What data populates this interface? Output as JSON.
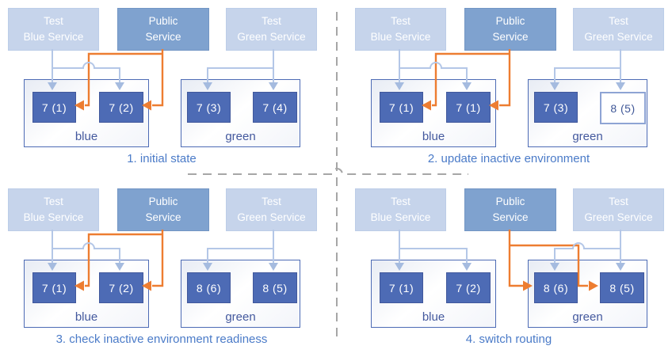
{
  "services": {
    "test_blue": {
      "line1": "Test",
      "line2": "Blue Service"
    },
    "public": {
      "line1": "Public",
      "line2": "Service"
    },
    "test_green": {
      "line1": "Test",
      "line2": "Green Service"
    }
  },
  "env_labels": {
    "blue": "blue",
    "green": "green"
  },
  "quadrants": [
    {
      "caption": "1. initial state",
      "public_routes_to": "blue",
      "blue_instances": [
        {
          "label": "7 (1)",
          "style": "filled"
        },
        {
          "label": "7 (2)",
          "style": "filled"
        }
      ],
      "green_instances": [
        {
          "label": "7 (3)",
          "style": "filled"
        },
        {
          "label": "7 (4)",
          "style": "filled"
        }
      ]
    },
    {
      "caption": "2. update inactive environment",
      "public_routes_to": "blue",
      "blue_instances": [
        {
          "label": "7 (1)",
          "style": "filled"
        },
        {
          "label": "7 (1)",
          "style": "filled"
        }
      ],
      "green_instances": [
        {
          "label": "7 (3)",
          "style": "filled"
        },
        {
          "label": "8 (5)",
          "style": "outlined"
        }
      ]
    },
    {
      "caption": "3. check inactive environment readiness",
      "public_routes_to": "blue",
      "blue_instances": [
        {
          "label": "7 (1)",
          "style": "filled"
        },
        {
          "label": "7 (2)",
          "style": "filled"
        }
      ],
      "green_instances": [
        {
          "label": "8 (6)",
          "style": "filled"
        },
        {
          "label": "8 (5)",
          "style": "filled"
        }
      ]
    },
    {
      "caption": "4. switch routing",
      "public_routes_to": "green",
      "blue_instances": [
        {
          "label": "7 (1)",
          "style": "filled"
        },
        {
          "label": "7 (2)",
          "style": "filled"
        }
      ],
      "green_instances": [
        {
          "label": "8 (6)",
          "style": "filled"
        },
        {
          "label": "8 (5)",
          "style": "filled"
        }
      ]
    }
  ],
  "colors": {
    "accent_orange": "#ED7D31",
    "connector_blue": "#B4C7E7",
    "instance_fill": "#4D6BB5",
    "service_light_fill": "#C6D4EB",
    "service_public_fill": "#7FA2CF",
    "caption_text": "#4B7BC8",
    "env_label_text": "#44599E",
    "divider_gray": "#A6A6A6"
  }
}
